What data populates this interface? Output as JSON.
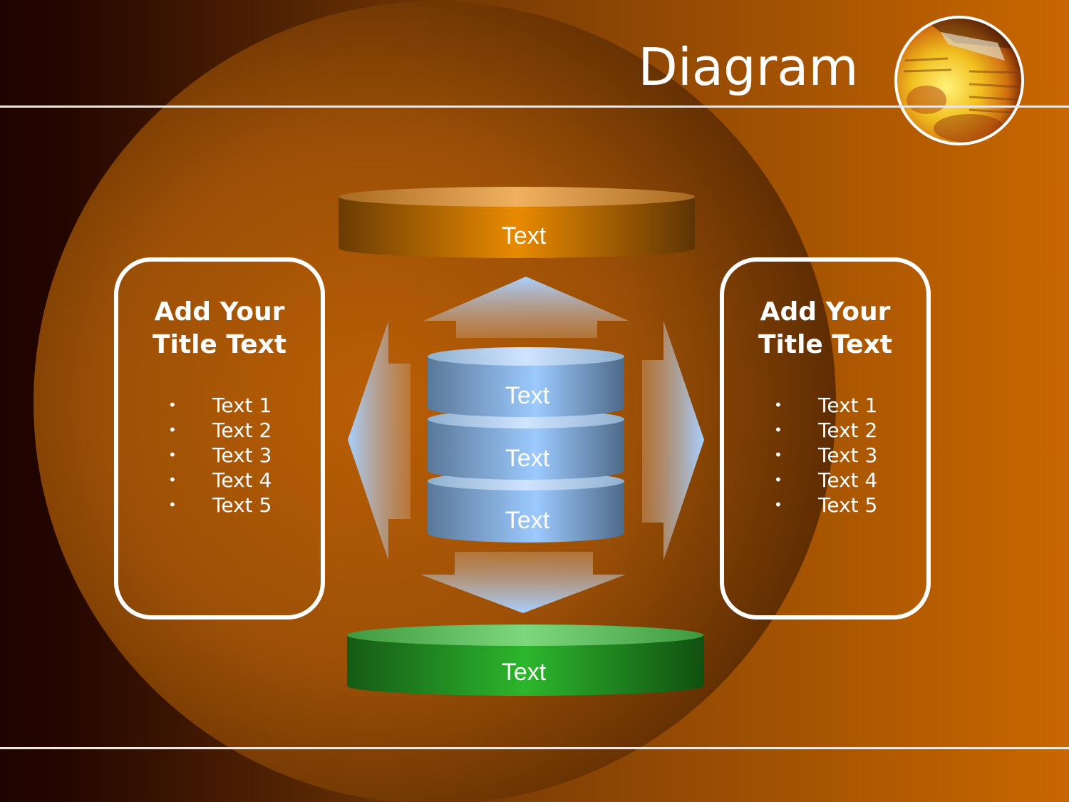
{
  "slide": {
    "title": "Diagram"
  },
  "diagram": {
    "top_disc": {
      "label": "Text",
      "color": "#e08a10"
    },
    "bottom_disc": {
      "label": "Text",
      "color": "#2cb52c"
    },
    "stack": {
      "color": "#9ccaff",
      "segments": [
        {
          "label": "Text"
        },
        {
          "label": "Text"
        },
        {
          "label": "Text"
        }
      ]
    },
    "left_box": {
      "title_lines": [
        "Add Your",
        "Title Text"
      ],
      "items": [
        "Text 1",
        "Text 2",
        "Text 3",
        "Text 4",
        "Text 5"
      ]
    },
    "right_box": {
      "title_lines": [
        "Add Your",
        "Title Text"
      ],
      "items": [
        "Text 1",
        "Text 2",
        "Text 3",
        "Text 4",
        "Text 5"
      ]
    },
    "bullet_char": "•"
  },
  "colors": {
    "background_dark": "#200400",
    "background_accent": "#c96700",
    "circle": "#8b4a08",
    "arrow": "#a8d0ff"
  }
}
